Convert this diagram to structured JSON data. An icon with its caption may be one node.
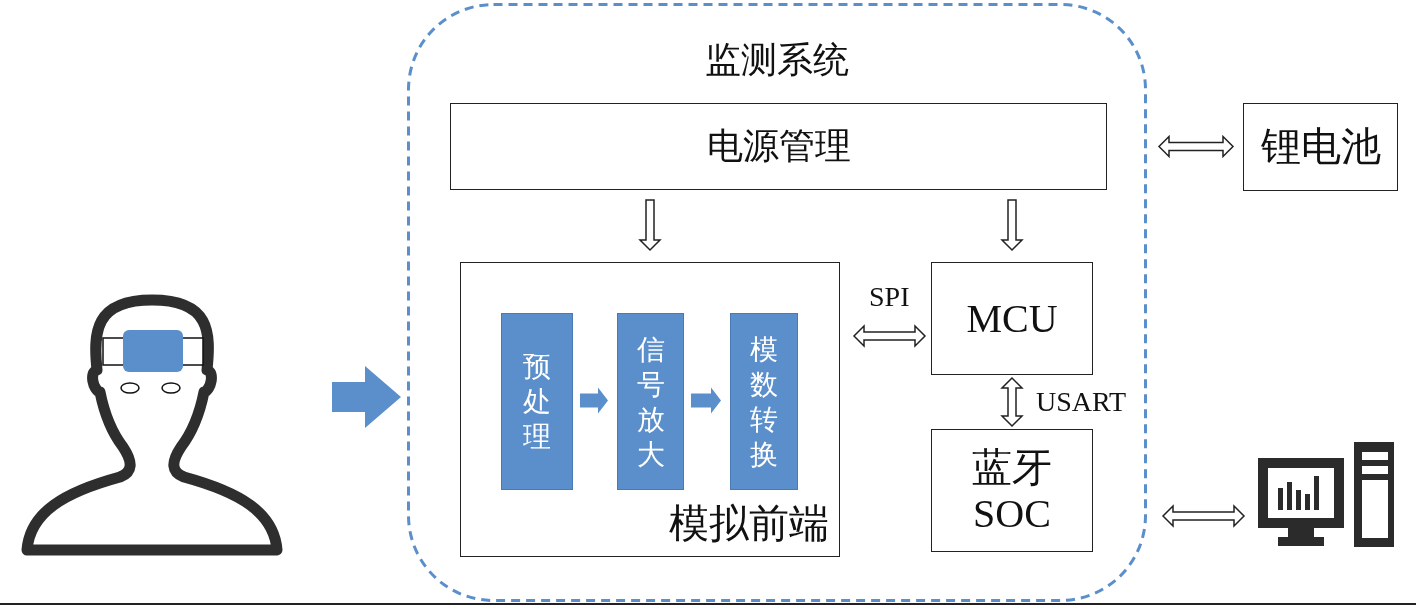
{
  "diagram": {
    "nodes": [
      {
        "text": [
          "监测系统"
        ]
      },
      {
        "text": [
          "电源管理"
        ],
        "in": 0
      },
      {
        "text": [
          "模拟前端"
        ],
        "in": 0
      },
      {
        "text": [
          "预处理"
        ],
        "in": 2
      },
      {
        "text": [
          "信号放大"
        ],
        "in": 2
      },
      {
        "text": [
          "模数转换"
        ],
        "in": 2
      },
      {
        "text": [
          "MCU"
        ],
        "in": 0
      },
      {
        "text": [
          "蓝牙 SOC"
        ],
        "in": 0
      },
      {
        "text": [
          "锂电池"
        ]
      },
      {
        "text": [],
        "shape": "person"
      },
      {
        "text": [],
        "shape": "computer"
      }
    ],
    "edges": [
      {
        "from": 9,
        "to": 0,
        "arrow": "to",
        "style": "thick",
        "color": "#5b8fcb"
      },
      {
        "from": 3,
        "to": 4,
        "arrow": "to",
        "color": "#5b8fcb"
      },
      {
        "from": 4,
        "to": 5,
        "arrow": "to",
        "color": "#5b8fcb"
      },
      {
        "from": 1,
        "to": 2,
        "arrow": "to"
      },
      {
        "from": 1,
        "to": 6,
        "arrow": "to"
      },
      {
        "from": 2,
        "to": 6,
        "arrow": "both",
        "label": "SPI"
      },
      {
        "from": 6,
        "to": 7,
        "arrow": "both",
        "label": "USART"
      },
      {
        "from": 1,
        "to": 8,
        "arrow": "both"
      },
      {
        "from": 7,
        "to": 10,
        "arrow": "both"
      }
    ]
  }
}
